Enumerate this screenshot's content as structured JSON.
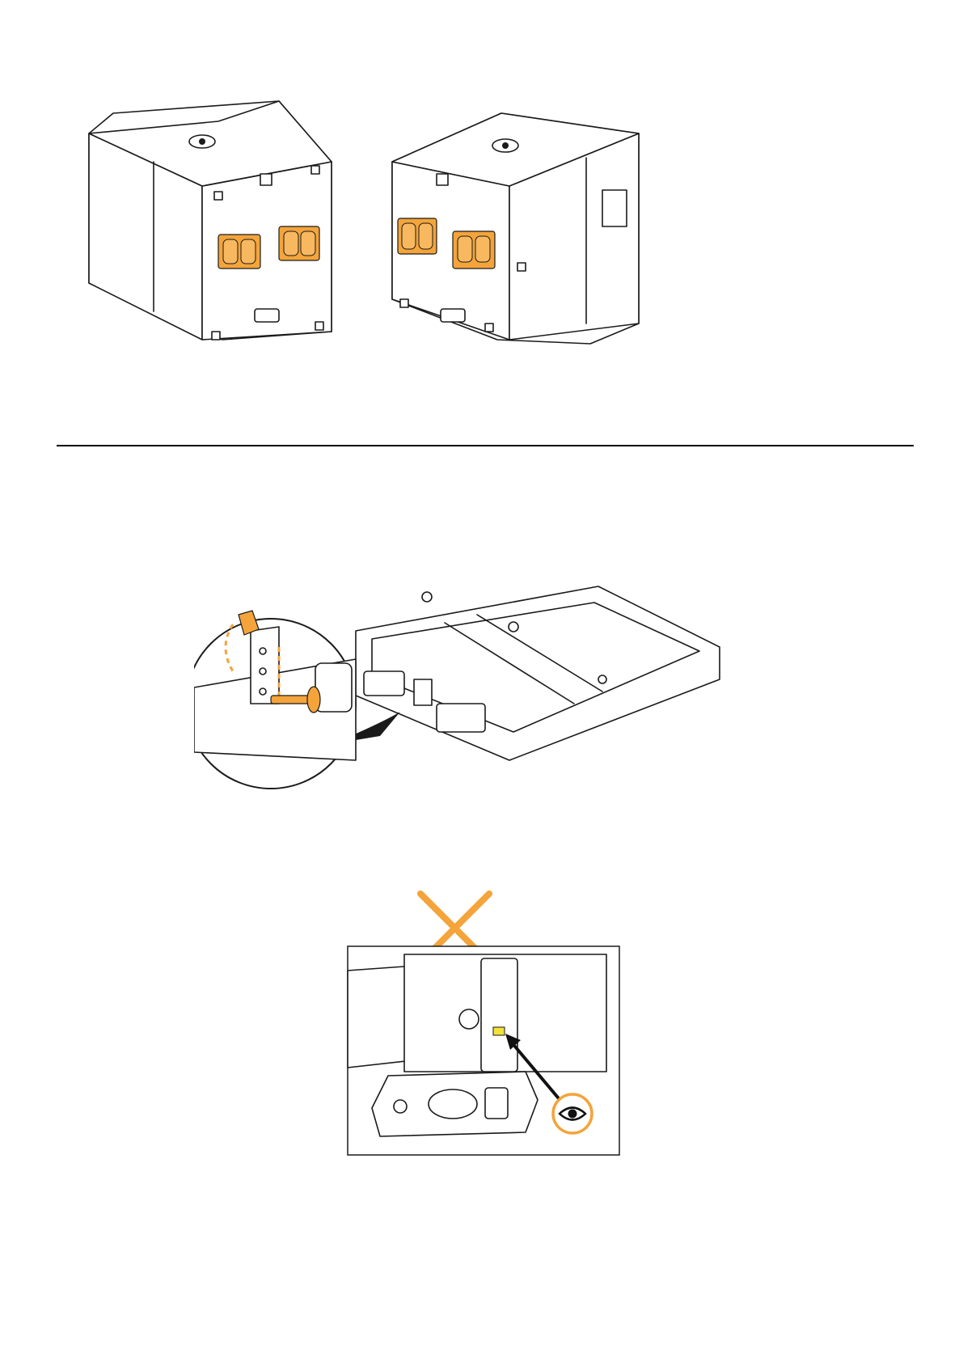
{
  "colors": {
    "accent": "#f4a43a",
    "highlight_yellow": "#f3e23a",
    "line": "#1a1a1a",
    "background": "#ffffff"
  },
  "figures": {
    "subwoofers": {
      "icon": "subwoofer-handles-highlighted-illustration"
    },
    "frame": {
      "icon": "rigging-frame-pin-insertion-illustration"
    },
    "detail": {
      "icon": "incorrect-lock-position-illustration",
      "status_icon": "cross-icon",
      "check_icon": "eye-icon"
    }
  }
}
